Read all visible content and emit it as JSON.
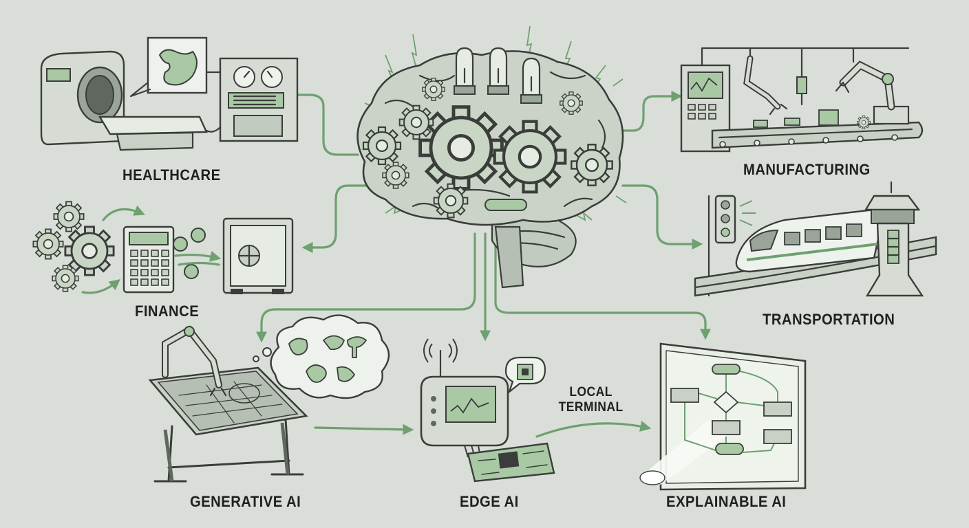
{
  "labels": {
    "healthcare": "HEALTHCARE",
    "finance": "FINANCE",
    "manufacturing": "MANUFACTURING",
    "transportation": "TRANSPORTATION",
    "generative_ai": "GENERATIVE AI",
    "edge_ai": "EDGE AI",
    "explainable_ai": "EXPLAINABLE AI",
    "local_terminal": "LOCAL\nTERMINAL"
  },
  "colors": {
    "background": "#d9ded8",
    "ink": "#3a3d3a",
    "accent_green": "#6fa070",
    "light_green": "#a9c9a5"
  },
  "icons": {
    "center": "brain-gears-icon",
    "healthcare": "mri-scanner-icon",
    "finance": "gears-calculator-safe-icon",
    "manufacturing": "robot-assembly-line-icon",
    "transportation": "train-traffic-light-icon",
    "generative_ai": "drafting-table-robot-arm-icon",
    "edge_ai": "router-chip-icon",
    "explainable_ai": "flowchart-screen-icon"
  }
}
